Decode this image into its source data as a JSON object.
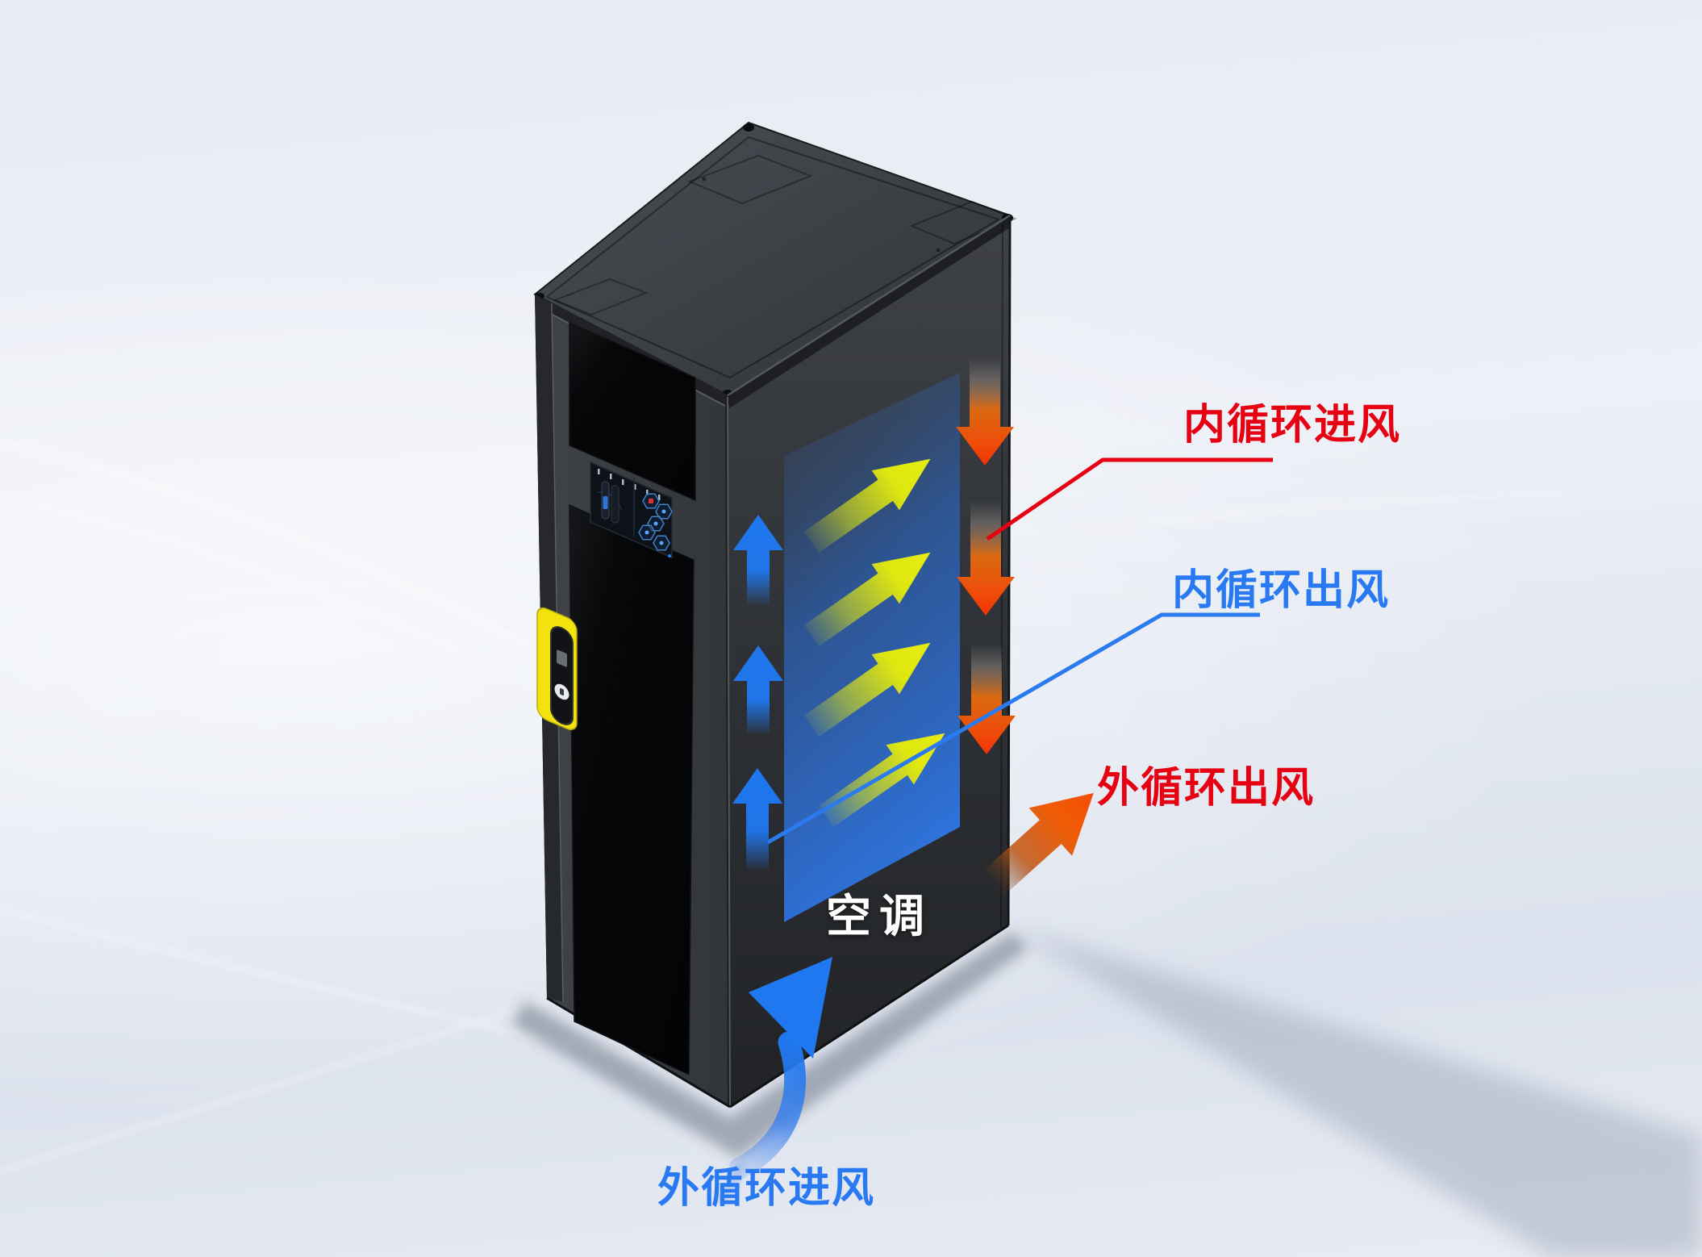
{
  "diagram": {
    "labels": {
      "internal_intake": "内循环进风",
      "internal_exhaust": "内循环出风",
      "external_exhaust": "外循环出风",
      "external_intake": "外循环进风",
      "air_conditioner": "空调"
    },
    "flows": [
      {
        "label": "内循环进风",
        "color": "#e60012",
        "arrow_color": "#f13a0a",
        "direction": "down-into-cabinet-front"
      },
      {
        "label": "内循环出风",
        "color": "#2979f2",
        "arrow_color": "#1f78f0",
        "direction": "up-inside-cabinet-front"
      },
      {
        "label": "外循环出风",
        "color": "#e60012",
        "arrow_color": "#f25505",
        "direction": "out-of-cabinet-up-right"
      },
      {
        "label": "外循环进风",
        "color": "#2979f2",
        "arrow_color": "#1f78f0",
        "direction": "curved-into-cabinet-bottom"
      }
    ],
    "colors": {
      "label_red": "#e60012",
      "label_blue": "#2979f2",
      "arrow_yellow": "#dde313",
      "arrow_orange": "#f25505",
      "arrow_blue": "#1f78f0",
      "arrow_red": "#f13a0a",
      "panel_blue": "#2f6fd6",
      "handle_yellow": "#f2e20e",
      "cabinet_gray": "#2e3134",
      "background": "#e9edf4"
    }
  }
}
